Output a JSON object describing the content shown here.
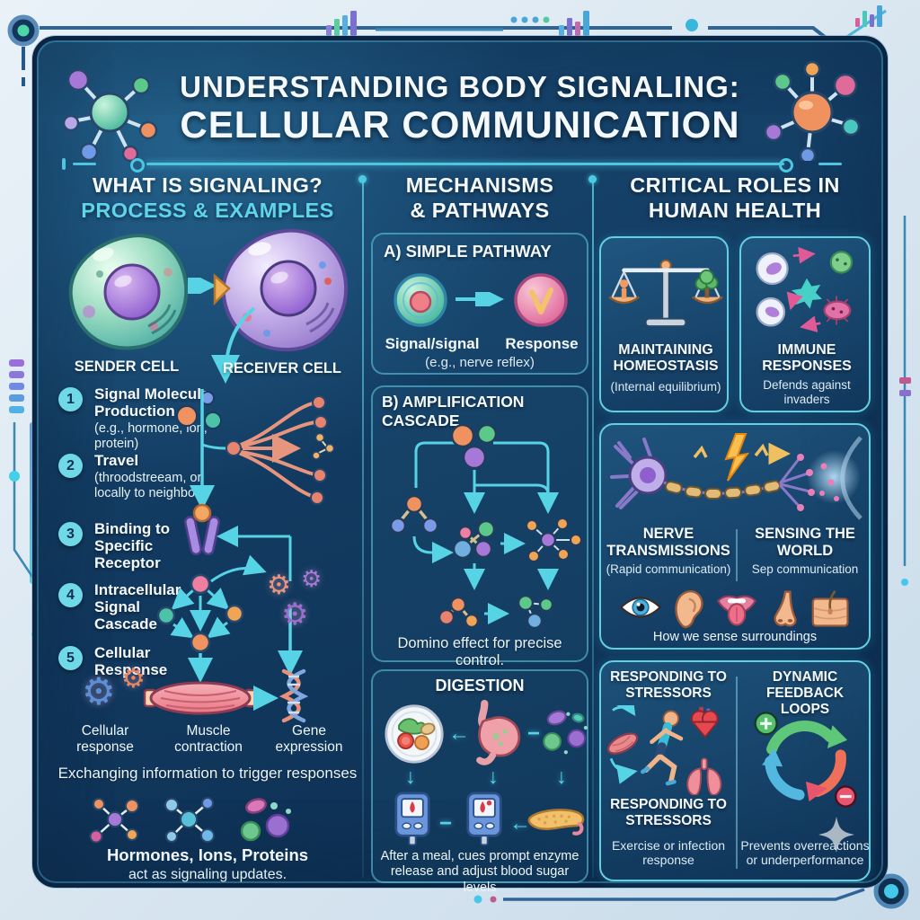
{
  "title": {
    "line1": "UNDERSTANDING BODY SIGNALING:",
    "line2": "CELLULAR COMMUNICATION"
  },
  "left": {
    "heading1": "WHAT IS SIGNALING?",
    "heading2": "PROCESS & EXAMPLES",
    "sender_label": "SENDER CELL",
    "receiver_label": "RECEIVER CELL",
    "steps": [
      {
        "num": "1",
        "title": "Signal Molecule Production",
        "detail": "(e.g., hormone, ion, protein)"
      },
      {
        "num": "2",
        "title": "Travel",
        "detail": "(throodstreeam, or locally to neighbors)"
      },
      {
        "num": "3",
        "title": "Binding to Specific Receptor",
        "detail": ""
      },
      {
        "num": "4",
        "title": "Intracellular Signal Cascade",
        "detail": ""
      },
      {
        "num": "5",
        "title": "Cellular Response",
        "detail": ""
      }
    ],
    "outcomes": [
      {
        "label": "Cellular response"
      },
      {
        "label": "Muscle contraction"
      },
      {
        "label": "Gene expression"
      }
    ],
    "caption": "Exchanging information to trigger responses",
    "footer_title": "Hormones, Ions, Proteins",
    "footer_sub": "act as signaling updates."
  },
  "middle": {
    "heading1": "MECHANISMS",
    "heading2": "& PATHWAYS",
    "simple": {
      "title": "A) SIMPLE PATHWAY",
      "label_signal": "Signal/signal",
      "label_response": "Response",
      "note": "(e.g., nerve reflex)"
    },
    "cascade": {
      "title": "B) AMPLIFICATION CASCADE",
      "caption": "Domino effect for precise control."
    },
    "digestion": {
      "title": "DIGESTION",
      "caption": "After a meal, cues prompt enzyme release and adjust blood sugar levels"
    }
  },
  "right": {
    "heading1": "CRITICAL ROLES IN",
    "heading2": "HUMAN HEALTH",
    "homeostasis": {
      "title": "MAINTAINING HOMEOSTASIS",
      "sub": "(Internal equilibrium)"
    },
    "immune": {
      "title": "IMMUNE RESPONSES",
      "sub": "Defends against invaders"
    },
    "nerve": {
      "title": "NERVE TRANSMISSIONS",
      "sub": "(Rapid communication)"
    },
    "sensing": {
      "title": "SENSING THE WORLD",
      "sub": "Sep communication"
    },
    "senses_caption": "How we sense surroundings",
    "stressors": {
      "header": "RESPONDING TO STRESSORS",
      "subhead": "RESPONDING TO STRESSORS",
      "sub": "Exercise or infection response"
    },
    "feedback": {
      "title": "DYNAMIC FEEDBACK LOOPS",
      "sub": "Prevents overreactions or underperformance"
    }
  },
  "icons": {
    "gear": "⚙",
    "arrow_down": "↓",
    "arrow_left": "←",
    "dash": "−"
  },
  "colors": {
    "accent_cyan": "#56d4e6",
    "panel_navy": "#123a60",
    "heading_cyan": "#5fd4ea",
    "salmon": "#e8957d",
    "background": "#d6e4ef"
  }
}
